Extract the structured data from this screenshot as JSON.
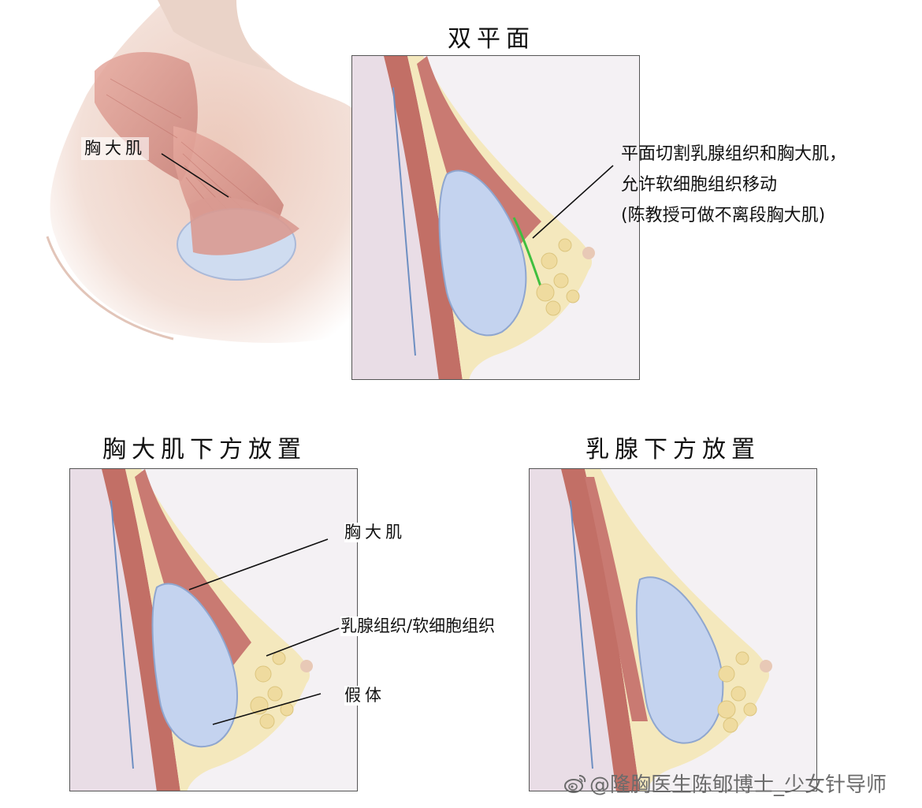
{
  "panels": {
    "dual_plane": {
      "title": "双平面",
      "annotation_lines": [
        "平面切割乳腺组织和胸大肌，",
        "允许软细胞组织移动",
        "(陈教授可做不离段胸大肌)"
      ]
    },
    "submuscular": {
      "title": "胸大肌下方放置",
      "labels": {
        "pectoralis": "胸大肌",
        "gland_tissue": "乳腺组织/软细胞组织",
        "implant": "假体"
      }
    },
    "subglandular": {
      "title": "乳腺下方放置"
    }
  },
  "shoulder_illustration": {
    "label": "胸大肌"
  },
  "watermark": {
    "text": "@隆胸医生陈郇博士_少女针导师",
    "icon": "weibo-icon"
  },
  "colors": {
    "skin": "#f2ddd2",
    "muscle": "#c9736e",
    "fat": "#f3e7b8",
    "implant": "#c5d3ee",
    "incision_line": "#3fbf3f"
  }
}
